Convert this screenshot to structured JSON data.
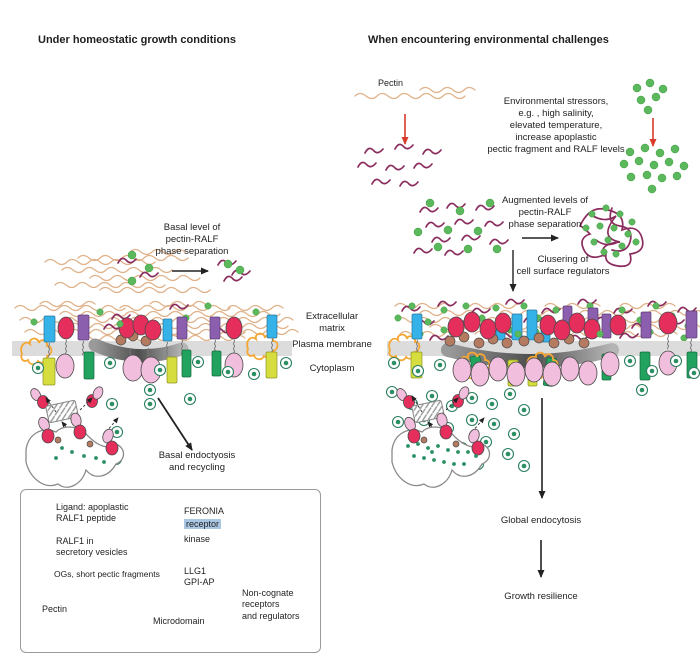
{
  "titles": {
    "left": "Under homeostatic growth conditions",
    "right": "When encountering environmental challenges"
  },
  "right_panel": {
    "pectin_label": "Pectin",
    "stressors": "Environmental stressors,\ne.g. , high salinity,\nelevated temperature,\nincrease apoplastic\npectic fragment and RALF levels",
    "augmented": "Augmented levels of\npectin-RALF\nphase separation",
    "clustering": "Clusering of\ncell surface regulators",
    "global_endocytosis": "Global endocytosis",
    "growth_resilience": "Growth resilience"
  },
  "left_panel": {
    "basal_separation": "Basal level of\npectin-RALF\nphase separation",
    "basal_endocytosis": "Basal endoctyosis\nand recycling"
  },
  "membrane_labels": {
    "extracellular": "Extracellular\nmatrix",
    "plasma": "Plasma membrane",
    "cytoplasm": "Cytoplasm"
  },
  "legend": {
    "ligand": "Ligand: apoplastic\nRALF1 peptide",
    "ralf1": "RALF1 in\nsecretory vesicles",
    "ogs": "OGs, short pectic fragments",
    "pectin": "Pectin",
    "feronia": "FERONIA",
    "receptor": "receptor",
    "kinase": "kinase",
    "llg1": "LLG1\nGPI-AP",
    "microdomain": "Microdomain",
    "noncognate": "Non-cognate\nreceptors\nand regulators"
  },
  "colors": {
    "pectin": "#dfb28a",
    "og_fragment": "#8a2d5e",
    "ligand_green": "#5cb85c",
    "vesicle_dot_green": "#2a8f63",
    "feronia_red": "#e62e5c",
    "kinase_pink": "#f2bedd",
    "llg1_brown": "#b57b60",
    "receptor_blue": "#35b2e8",
    "receptor_purple": "#8c5fae",
    "receptor_yellowgreen": "#d5dd3f",
    "receptor_green": "#21a25f",
    "regulator_orange": "#f5a733",
    "plasma_membrane_gray": "#dcdcdc",
    "arrow_red": "#d93a2b",
    "receptor_highlight": "#a9c6e2"
  }
}
